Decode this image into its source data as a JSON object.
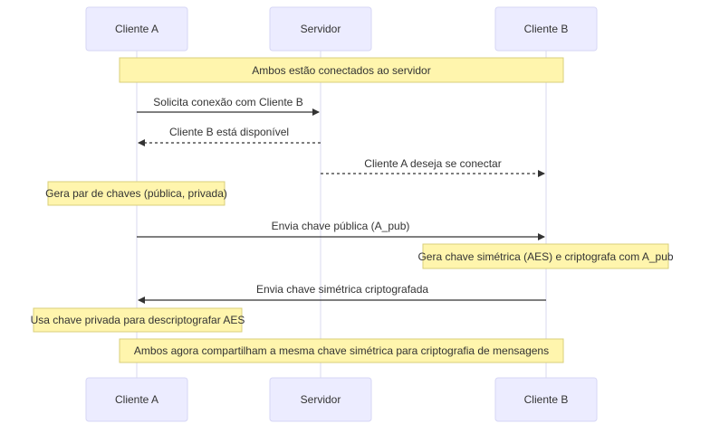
{
  "actors": {
    "a": "Cliente A",
    "s": "Servidor",
    "b": "Cliente B"
  },
  "notes": {
    "connected": "Ambos estão conectados ao servidor",
    "gen_keys": "Gera par de chaves (pública, privada)",
    "gen_sym": "Gera chave simétrica (AES) e criptografa com A_pub",
    "decrypt": "Usa chave privada para descriptografar AES",
    "shared": "Ambos agora compartilham a mesma chave simétrica para criptografia de mensagens"
  },
  "messages": {
    "m1": "Solicita conexão com Cliente B",
    "m2": "Cliente B está disponível",
    "m3": "Cliente A deseja se conectar",
    "m4": "Envia chave pública (A_pub)",
    "m5": "Envia chave simétrica criptografada"
  },
  "colors": {
    "actor_fill": "#ececff",
    "note_fill": "#fff5ad",
    "line": "#333333"
  }
}
